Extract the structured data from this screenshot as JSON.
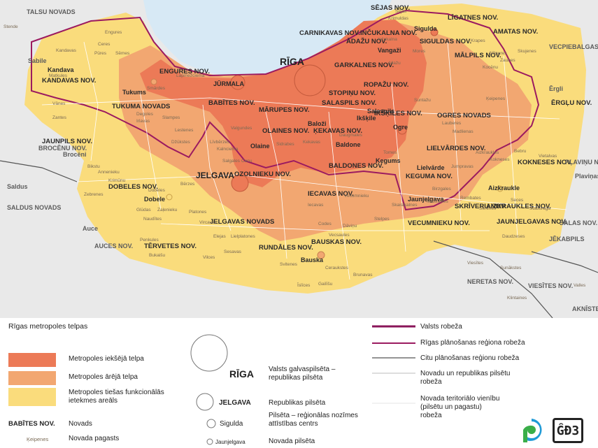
{
  "colors": {
    "inner": "#ec7a57",
    "outer": "#f2a771",
    "functional": "#fadc7c",
    "outside": "#e9e9e9",
    "sea": "#d7e9f5",
    "state_border": "#8a1559",
    "region_border": "#9b1a60",
    "other_region_border": "#555555",
    "county_border": "#bbbbbb"
  },
  "map": {
    "capital": "RĪGA",
    "republic_cities": [
      "JŪRMALA",
      "JELGAVA"
    ],
    "inner_counties": [
      "CARNIKAVAS NOV.",
      "ĀDAŽU NOV.",
      "GARKALNES NOV.",
      "ROPAŽU NOV.",
      "STOPIŅU NOV.",
      "SALASPILS NOV.",
      "BABĪTES NOV.",
      "MĀRUPES NOV.",
      "OLAINES NOV.",
      "ĶEKAVAS NOV.",
      "BALDONES NOV.",
      "OZOLNIEKU NOV.",
      "ENGURES NOV.",
      "SĒJAS NOV.",
      "INČUKALNA NOV.",
      "SIGULDAS NOV.",
      "LĪGATNES NOV.",
      "IKŠĶILES NOV."
    ],
    "outer_counties": [
      "TUKUMA NOVADS",
      "JAUNPILS NOV.",
      "IECAVAS NOV.",
      "VECUMNIEKU NOV.",
      "KEGUMA NOV.",
      "LIELVĀRDES NOV.",
      "OGRES NOVADS",
      "MĀLPILS NOV."
    ],
    "functional_counties": [
      "KANDAVAS NOV.",
      "DOBELES NOV.",
      "JELGAVAS NOVADS",
      "TĒRVETES NOV.",
      "RUNDĀLES NOV.",
      "BAUSKAS NOV.",
      "AMATAS NOV.",
      "ĒRGĻU NOV.",
      "KOKNESES NOV.",
      "SKRĪVERU NOV.",
      "AIZKRAUKLES NOV.",
      "JAUNJELGAVAS NOV."
    ],
    "outside_counties": [
      "TALSU NOVADS",
      "BROCĒNU NOV.",
      "SALDUS NOVADS",
      "AUCES NOV.",
      "NERETAS NOV.",
      "VIESĪTES NOV.",
      "SALAS NOV.",
      "PĻAVIŅU NOV.",
      "VECPIEBALGAS NOV.",
      "JĒKABPILS",
      "AKNĪSTES NOV."
    ],
    "towns": [
      "Tukums",
      "Kandava",
      "Dobele",
      "Olaine",
      "Baloži",
      "Baldone",
      "Ogre",
      "Ikšķile",
      "Salaspils",
      "Lielvārde",
      "Kegums",
      "Jaunjelgava",
      "Aizkraukle",
      "Bauska",
      "Sigulda",
      "Vangaži",
      "Sabile",
      "Saldus",
      "Plaviņas",
      "Auce",
      "Brocēni",
      "Ērgli"
    ],
    "parishes": [
      "Stende",
      "Engures",
      "Smārdes",
      "Lapmežciema",
      "Krimuldas",
      "Ceres",
      "Pūres",
      "Sēmes",
      "Kandavas",
      "Matkules",
      "Vānes",
      "Zantes",
      "Degoles",
      "Irlavas",
      "Slampes",
      "Lestenes",
      "Džūkstes",
      "Līvbērzes",
      "Kalnciema",
      "Salgales",
      "Cenu",
      "Valgundes",
      "Sidrabes",
      "Kekavas",
      "Daugmales",
      "Tomes",
      "Madlienas",
      "Lauberes",
      "Suntažu",
      "Krapes",
      "Nītaures",
      "Skujenes",
      "Zaubes",
      "Kocēnu",
      "Ķeipenes",
      "Bebru",
      "Vietalvas",
      "Sērenes",
      "Seces",
      "Staburaga",
      "Daudzeses",
      "Codes",
      "Dāviņu",
      "Vecsaules",
      "Ceraukstes",
      "Brunavas",
      "Gailīšu",
      "Īslīces",
      "Svitenes",
      "Vilces",
      "Bukaišu",
      "Penkules",
      "Naudītes",
      "Krimūnu",
      "Annenieku",
      "Bikstu",
      "Zebrenes",
      "Glūdas",
      "Zaļenieku",
      "Platones",
      "Vircavas",
      "Elejas",
      "Lielplatones",
      "Sesavas",
      "Viesītes",
      "Sunākstes",
      "Valles",
      "Klintaines",
      "Bērzes",
      "Dobeles",
      "Iecavas",
      "Vecumnieku",
      "Stelpes",
      "Skaistkalnes",
      "Mazzalves",
      "Aizkraukles",
      "Kokneses",
      "Jumpravas",
      "Birzgales",
      "Rembates",
      "Inčukalna",
      "Allažu",
      "Mores",
      "Sējas"
    ]
  },
  "legend": {
    "title": "Rīgas metropoles telpas",
    "areas": [
      {
        "label": "Metropoles iekšējā telpa",
        "color": "#ec7a57"
      },
      {
        "label": "Metropoles ārējā telpa",
        "color": "#f2a771"
      },
      {
        "label": "Metropoles tiešas funkcionālās ietekmes areāls",
        "color": "#fadc7c"
      }
    ],
    "novads_example": "BABĪTES NOV.",
    "novads_label": "Novads",
    "pagasts_example": "Ķeipenes",
    "pagasts_label": "Novada pagasts",
    "cities": [
      {
        "example": "RĪGA",
        "label": "Valsts galvaspilsēta – republikas pilsēta"
      },
      {
        "example": "JELGAVA",
        "label": "Republikas pilsēta"
      },
      {
        "example": "Sigulda",
        "label": "Pilsēta – reģionālas nozīmes attīstības centrs"
      },
      {
        "example": "Jaunjelgava",
        "label": "Novada pilsēta"
      }
    ],
    "lines": [
      {
        "label": "Valsts robeža"
      },
      {
        "label": "Rīgas plānošanas reģiona robeža"
      },
      {
        "label": "Citu plānošanas reģionu robeža"
      },
      {
        "label": "Novadu un republikas pilsētu robeža"
      },
      {
        "label": "Novada teritoriālo vienību (pilsētu un pagastu) robeža"
      }
    ],
    "logo2_text": "ĜĐ3"
  }
}
